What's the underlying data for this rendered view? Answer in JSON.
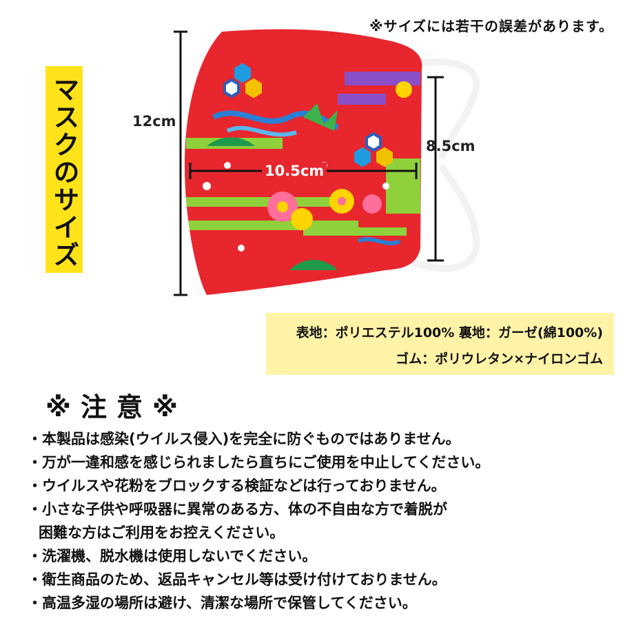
{
  "note": "※サイズには若干の誤差があります。",
  "side_label": "マスクのサイズ",
  "dimensions": {
    "height": "12cm",
    "width": "10.5cm",
    "side_height": "8.5cm"
  },
  "material": {
    "line1": "表地：ポリエステル100%  裏地：ガーゼ(綿100%)",
    "line2": "ゴム：ポリウレタン×ナイロンゴム"
  },
  "caution": {
    "title": "※注意※",
    "items": [
      "・本製品は感染(ウイルス侵入)を完全に防ぐものではありません。",
      "・万が一違和感を感じられましたら直ちにご使用を中止してください。",
      "・ウイルスや花粉をブロックする検証などは行っておりません。",
      "・小さな子供や呼吸器に異常のある方、体の不自由な方で着脱が",
      "困難な方はご利用をお控えください。",
      "・洗濯機、脱水機は使用しないでください。",
      "・衛生商品のため、返品キャンセル等は受け付けておりません。",
      "・高温多湿の場所は避け、清潔な場所で保管してください。"
    ]
  },
  "colors": {
    "mask_red": "#e8262e",
    "label_yellow": "#ffe31a",
    "material_bg": "#fff3a8",
    "pattern_green": "#8fd13a",
    "pattern_blue": "#2a7fd4",
    "pattern_purple": "#8a4fc7"
  }
}
